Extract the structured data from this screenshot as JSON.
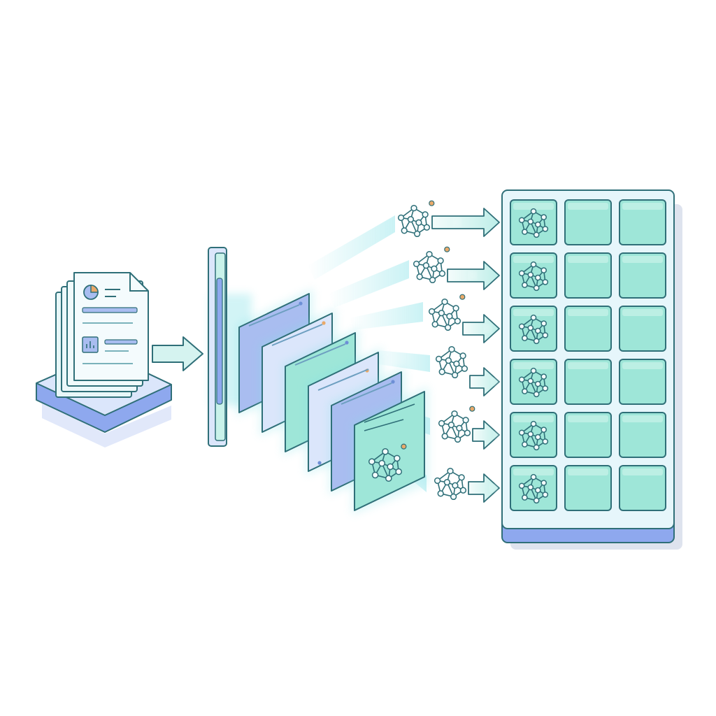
{
  "diagram": {
    "colors": {
      "outline": "#2f6f78",
      "teal_fill": "#9ee6d8",
      "teal_light": "#c9f2ea",
      "blue_fill": "#a9bdf0",
      "blue_light": "#dbe6fb",
      "base_blue": "#8ea8ee",
      "accent_orange": "#e9a96a",
      "arrow_fill": "#c7f0ec",
      "glow": "#7fe0e6"
    },
    "icons": {
      "source": "document-stack-icon",
      "splitter": "slicer-panel-icon",
      "chunks": "document-chunk-icon",
      "graph": "knowledge-graph-icon",
      "table": "grid-table-icon"
    },
    "chunks": [
      {
        "fill": "#a9bdf0",
        "mark": "line"
      },
      {
        "fill": "#dbe6fb",
        "mark": "line"
      },
      {
        "fill": "#9ee6d8",
        "mark": "line"
      },
      {
        "fill": "#dbe6fb",
        "mark": "dots"
      },
      {
        "fill": "#a9bdf0",
        "mark": "line"
      },
      {
        "fill": "#9ee6d8",
        "mark": "graph"
      }
    ],
    "graph_rows": 6,
    "table": {
      "rows": 6,
      "cols": 3
    }
  }
}
